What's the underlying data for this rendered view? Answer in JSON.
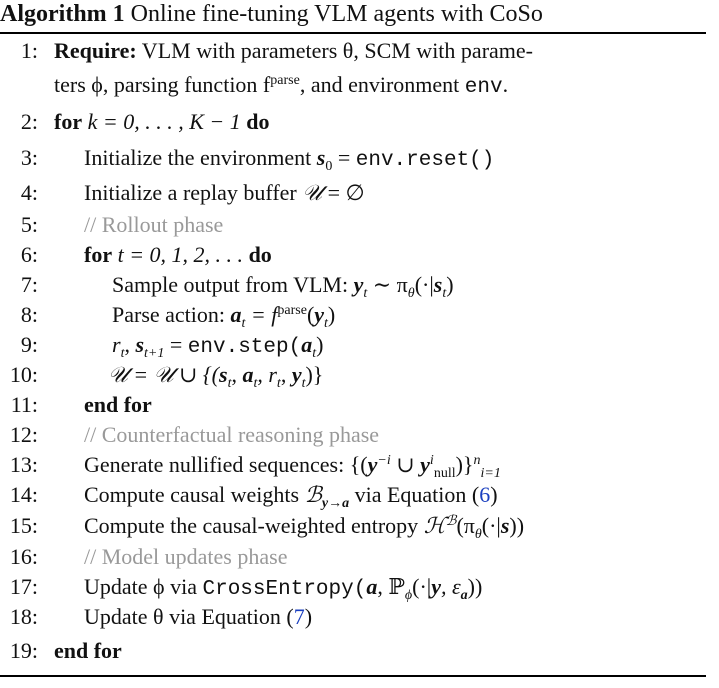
{
  "algorithm": {
    "label": "Algorithm 1",
    "caption": "Online fine-tuning VLM agents with CoSo"
  },
  "lines": [
    {
      "n": "1:",
      "text": [
        "Require:",
        " VLM with parameters θ, SCM with parame-",
        "ters ϕ, parsing function f",
        "parse",
        ", and environment ",
        "env",
        "."
      ]
    },
    {
      "n": "2:",
      "text": [
        "for",
        " k = 0, . . . , K − 1 ",
        "do"
      ]
    },
    {
      "n": "3:",
      "text": [
        "Initialize the environment ",
        "s",
        "0",
        " = ",
        "env.reset()"
      ]
    },
    {
      "n": "4:",
      "text": [
        "Initialize a replay buffer ",
        "𝒰",
        " = ∅"
      ]
    },
    {
      "n": "5:",
      "text": [
        "// Rollout phase"
      ]
    },
    {
      "n": "6:",
      "text": [
        "for",
        " t = 0, 1, 2, . . . ",
        "do"
      ]
    },
    {
      "n": "7:",
      "text": [
        "Sample output from VLM: ",
        "y",
        "t",
        " ∼ π",
        "θ",
        "(·|",
        "s",
        "t",
        ")"
      ]
    },
    {
      "n": "8:",
      "text": [
        "Parse action: ",
        "a",
        "t",
        " = f",
        "parse",
        "(",
        "y",
        "t",
        ")"
      ]
    },
    {
      "n": "9:",
      "text": [
        "r",
        "t",
        ", ",
        "s",
        "t+1",
        " = ",
        "env.step(",
        "a",
        "t",
        ")"
      ]
    },
    {
      "n": "10:",
      "text": [
        "𝒰 = 𝒰 ∪ {(",
        "s",
        "t",
        ", ",
        "a",
        "t",
        ", r",
        "t",
        ", ",
        "y",
        "t",
        ")}"
      ]
    },
    {
      "n": "11:",
      "text": [
        "end for"
      ]
    },
    {
      "n": "12:",
      "text": [
        "// Counterfactual reasoning phase"
      ]
    },
    {
      "n": "13:",
      "text": [
        "Generate nullified sequences: {(",
        "y",
        "−i",
        " ∪ ",
        "y",
        "i",
        "null",
        ")}",
        "n",
        "i=1"
      ]
    },
    {
      "n": "14:",
      "text": [
        "Compute causal weights ",
        "ℬ",
        "y→a",
        " via Equation (",
        "6",
        ")"
      ]
    },
    {
      "n": "15:",
      "text": [
        "Compute the causal-weighted entropy ",
        "ℋ",
        "ℬ",
        "(π",
        "θ",
        "(·|",
        "s",
        "))"
      ]
    },
    {
      "n": "16:",
      "text": [
        "// Model updates phase"
      ]
    },
    {
      "n": "17:",
      "text": [
        "Update ϕ via ",
        "CrossEntropy(",
        "a",
        ", ℙ",
        "ϕ",
        "(·|",
        "y",
        ", ε",
        "a",
        "))"
      ]
    },
    {
      "n": "18:",
      "text": [
        "Update θ via Equation (",
        "7",
        ")"
      ]
    },
    {
      "n": "19:",
      "text": [
        "end for"
      ]
    }
  ]
}
